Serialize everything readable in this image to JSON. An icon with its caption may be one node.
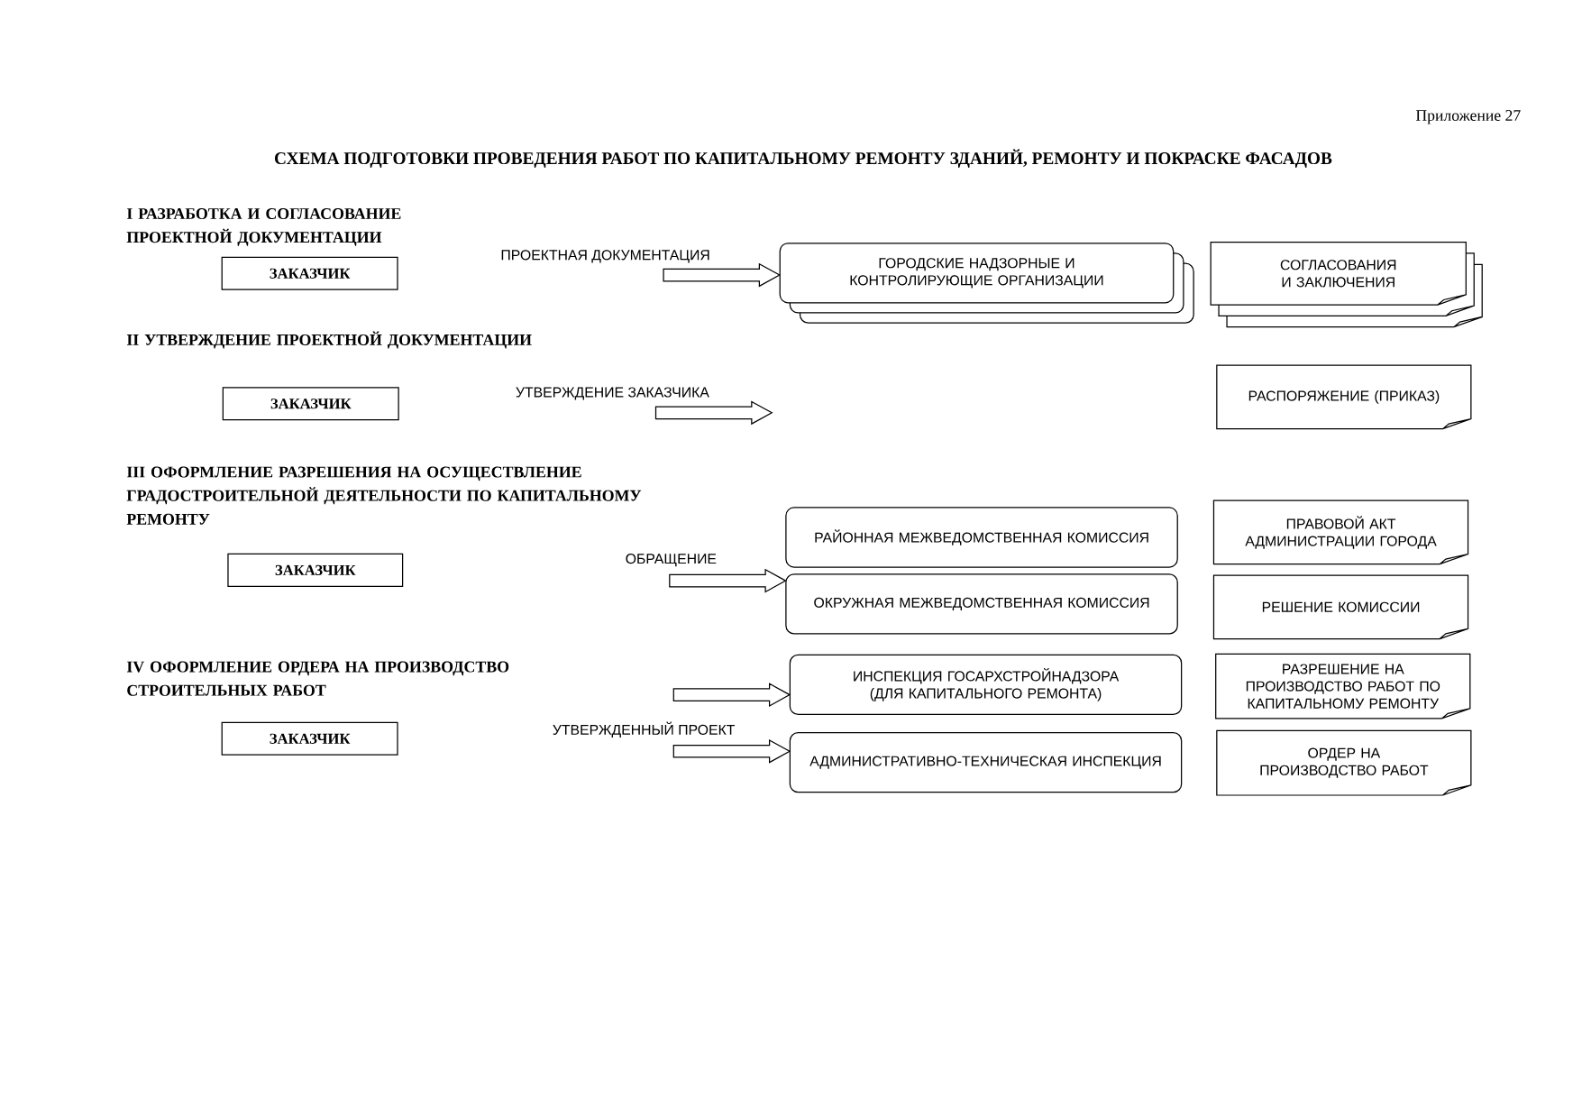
{
  "diagram": {
    "title": "СХЕМА ПОДГОТОВКИ ПРОВЕДЕНИЯ РАБОТ ПО КАПИТАЛЬНОМУ РЕМОНТУ ЗДАНИЙ, РЕМОНТУ И ПОКРАСКЕ ФАСАДОВ",
    "nodes": [
      {
        "text": [
          "ЗАКАЗЧИК"
        ]
      },
      {
        "text": [
          "ГОРОДСКИЕ НАДЗОРНЫЕ И КОНТРОЛИРУЮЩИЕ ОРГАНИЗАЦИИ"
        ]
      },
      {
        "text": [
          "СОГЛАСОВАНИЯ И ЗАКЛЮЧЕНИЯ"
        ]
      },
      {
        "text": [
          "ЗАКАЗЧИК"
        ]
      },
      {
        "text": [
          "РАСПОРЯЖЕНИЕ (ПРИКАЗ)"
        ]
      },
      {
        "text": [
          "ЗАКАЗЧИК"
        ]
      },
      {
        "text": [
          "РАЙОННАЯ МЕЖВЕДОМСТВЕННАЯ КОМИССИЯ"
        ]
      },
      {
        "text": [
          "ОКРУЖНАЯ МЕЖВЕДОМСТВЕННАЯ КОМИССИЯ"
        ]
      },
      {
        "text": [
          "ПРАВОВОЙ АКТ АДМИНИСТРАЦИИ ГОРОДА"
        ]
      },
      {
        "text": [
          "РЕШЕНИЕ КОМИССИИ"
        ]
      },
      {
        "text": [
          "ЗАКАЗЧИК"
        ]
      },
      {
        "text": [
          "ИНСПЕКЦИЯ ГОСАРХСТРОЙНАДЗОРА (ДЛЯ КАПИТАЛЬНОГО РЕМОНТА)"
        ]
      },
      {
        "text": [
          "АДМИНИСТРАТИВНО-ТЕХНИЧЕСКАЯ ИНСПЕКЦИЯ"
        ]
      },
      {
        "text": [
          "РАЗРЕШЕНИЕ НА ПРОИЗВОДСТВО РАБОТ ПО КАПИТАЛЬНОМУ РЕМОНТУ"
        ]
      },
      {
        "text": [
          "ОРДЕР НА ПРОИЗВОДСТВО РАБОТ"
        ]
      }
    ],
    "edges": [
      {
        "from": null,
        "to": 1,
        "arrow": "to",
        "label": "ПРОЕКТНАЯ ДОКУМЕНТАЦИЯ"
      },
      {
        "from": null,
        "to": 7,
        "arrow": "to",
        "label": "ОБРАЩЕНИЕ"
      },
      {
        "from": null,
        "to": 11,
        "arrow": "to"
      },
      {
        "from": null,
        "to": 12,
        "arrow": "to",
        "label": "УТВЕРЖДЕННЫЙ ПРОЕКТ"
      }
    ],
    "labels": [
      "Приложение 27",
      "I РАЗРАБОТКА И СОГЛАСОВАНИЕ ПРОЕКТНОЙ ДОКУМЕНТАЦИИ",
      "II УТВЕРЖДЕНИЕ ПРОЕКТНОЙ ДОКУМЕНТАЦИИ",
      "УТВЕРЖДЕНИЕ ЗАКАЗЧИКА",
      "III ОФОРМЛЕНИЕ РАЗРЕШЕНИЯ НА ОСУЩЕСТВЛЕНИЕ ГРАДОСТРОИТЕЛЬНОЙ ДЕЯТЕЛЬНОСТИ ПО КАПИТАЛЬНОМУ РЕМОНТУ",
      "IV ОФОРМЛЕНИЕ ОРДЕРА НА ПРОИЗВОДСТВО СТРОИТЕЛЬНЫХ РАБОТ"
    ]
  }
}
